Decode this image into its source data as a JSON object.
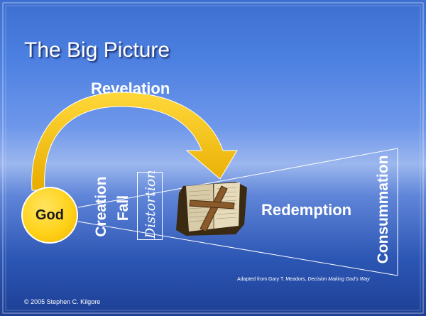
{
  "slide": {
    "title": "The Big Picture",
    "revelation": "Revelation",
    "god": "God",
    "creation": "Creation",
    "fall": "Fall",
    "distortion": "Distortion",
    "redemption": "Redemption",
    "consummation": "Consummation",
    "copyright": "© 2005 Stephen C. Kilgore",
    "credit_prefix": "Adapted from Gary T. Meadors, ",
    "credit_book": "Decision Making God's Way"
  },
  "colors": {
    "gold": "#ffd21a",
    "arrow": "#f2c21a",
    "text": "#ffffff"
  },
  "icons": {
    "bible": "bible-with-cross-icon"
  }
}
